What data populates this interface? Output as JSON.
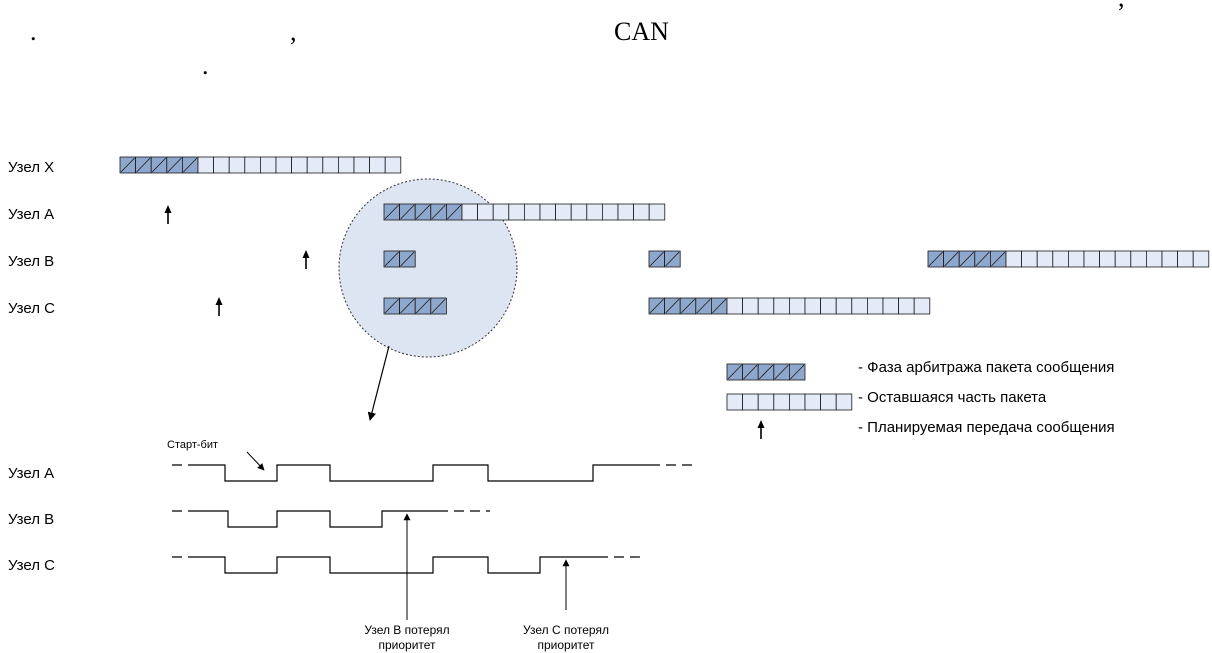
{
  "header": {
    "dot1": ".",
    "comma": ",",
    "can": "CAN",
    "comma2": ",",
    "dot2": "."
  },
  "nodes_top": {
    "x": "Узел X",
    "a": "Узел A",
    "b": "Узел B",
    "c": "Узел C"
  },
  "nodes_bottom": {
    "a": "Узел A",
    "b": "Узел B",
    "c": "Узел C"
  },
  "legend": {
    "arbitration": "- Фаза арбитража пакета сообщения",
    "remainder": "- Оставшаяся часть пакета",
    "planned": "- Планируемая передача сообщения"
  },
  "annotations": {
    "start_bit": "Старт-бит",
    "b_lost_1": "Узел B потерял",
    "b_lost_2": "приоритет",
    "c_lost_1": "Узел C потерял",
    "c_lost_2": "приоритет"
  },
  "colors": {
    "arbitration_fill": "#8ea7cc",
    "remainder_fill": "#e4ebf6",
    "circle_fill": "#dde5f2",
    "stroke": "#1a1a1a"
  }
}
